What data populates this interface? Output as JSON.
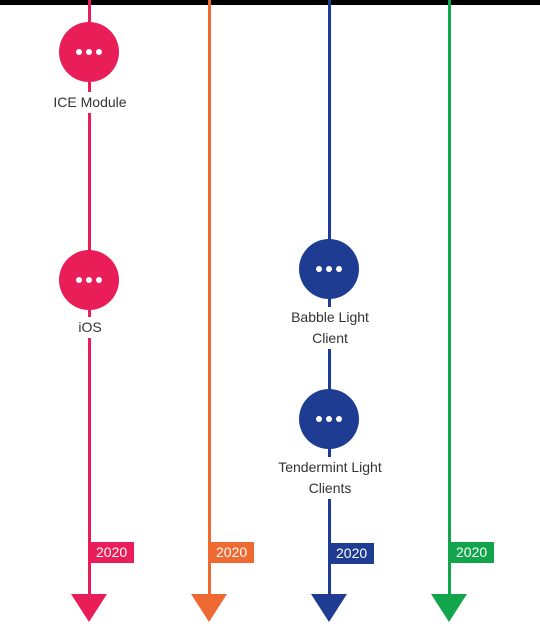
{
  "colors": {
    "lane1": "#e91e58",
    "lane2": "#ef6a33",
    "lane3": "#1e3c92",
    "lane4": "#12a54c"
  },
  "lanes": [
    {
      "year": "2020"
    },
    {
      "year": "2020"
    },
    {
      "year": "2020"
    },
    {
      "year": "2020"
    }
  ],
  "nodes": [
    {
      "icon": "more-dots-icon",
      "label_lines": [
        "ICE Module"
      ]
    },
    {
      "icon": "more-dots-icon",
      "label_lines": [
        "iOS"
      ]
    },
    {
      "icon": "more-dots-icon",
      "label_lines": [
        "Babble Light",
        "Client"
      ]
    },
    {
      "icon": "more-dots-icon",
      "label_lines": [
        "Tendermint Light",
        "Clients"
      ]
    }
  ]
}
